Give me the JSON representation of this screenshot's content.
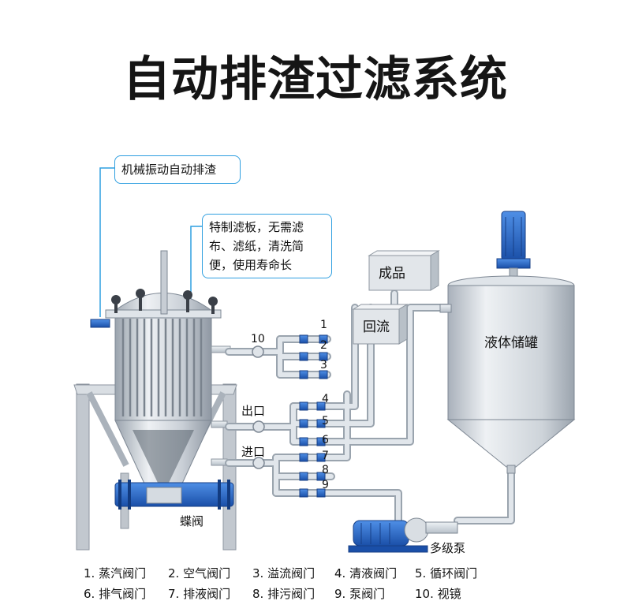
{
  "title": "自动排渣过滤系统",
  "callouts": {
    "vibration": "机械振动自动排渣",
    "filter_plate": "特制滤板，无需滤布、滤纸，清洗简便，使用寿命长"
  },
  "labels": {
    "product": "成品",
    "return_flow": "回流",
    "tank": "液体储罐",
    "outlet": "出口",
    "inlet": "进口",
    "butterfly_valve": "蝶阀",
    "pump": "多级泵"
  },
  "valve_numbers": [
    "1",
    "2",
    "3",
    "4",
    "5",
    "6",
    "7",
    "8",
    "9",
    "10"
  ],
  "legend": [
    "1. 蒸汽阀门",
    "2. 空气阀门",
    "3. 溢流阀门",
    "4. 清液阀门",
    "5. 循环阀门",
    "6. 排气阀门",
    "7. 排液阀门",
    "8. 排污阀门",
    "9. 泵阀门",
    "10. 视镜"
  ],
  "colors": {
    "callout_border": "#2f9fe0",
    "pipe": "#d4dbe3",
    "steel": "#c8cdd4",
    "valve_blue": "#1f5fbf",
    "motor_blue": "#2a6fd6"
  }
}
